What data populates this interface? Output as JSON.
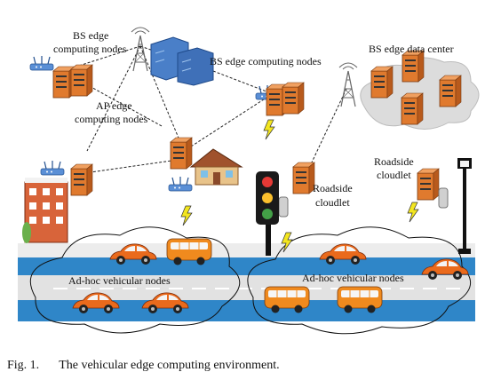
{
  "labels": {
    "bs_nodes_left_line1": "BS edge",
    "bs_nodes_left_line2": "computing nodes",
    "bs_nodes_center": "BS edge computing nodes",
    "bs_data_center": "BS edge data center",
    "ap_nodes_line1": "AP edge",
    "ap_nodes_line2": "computing nodes",
    "roadside_center_line1": "Roadside",
    "roadside_center_line2": "cloudlet",
    "roadside_right_line1": "Roadside",
    "roadside_right_line2": "cloudlet",
    "adhoc_left": "Ad-hoc vehicular nodes",
    "adhoc_right": "Ad-hoc vehicular nodes"
  },
  "caption": {
    "figure": "Fig. 1.",
    "text": "The vehicular edge computing environment."
  },
  "colors": {
    "road_blue": "#2f86c8",
    "road_gray": "#e2e2e2",
    "server_orange": "#e07a2e",
    "car_orange": "#ea6a1c",
    "bus_orange": "#f08a1e",
    "link_dashed": "#222222",
    "lightning": "#f3e61f",
    "cloud_gray": "#dcdcdc"
  },
  "icons": [
    "server-icon",
    "base-station-tower-icon",
    "wifi-router-icon",
    "car-icon",
    "bus-icon",
    "traffic-light-icon",
    "street-lamp-icon",
    "lightning-icon",
    "cloud-icon",
    "building-icon",
    "house-icon"
  ]
}
